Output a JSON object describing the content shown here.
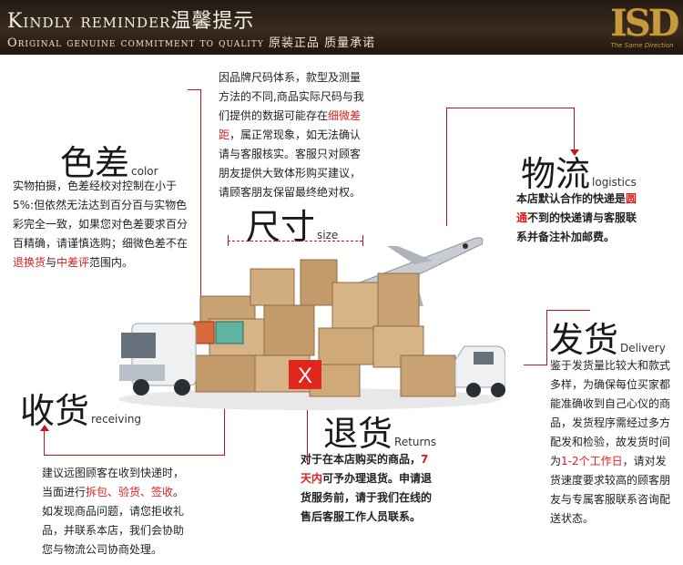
{
  "banner": {
    "title_en": "Kindly reminder",
    "title_zh": "温馨提示",
    "subtitle_en": "Original genuine commitment to quality",
    "subtitle_zh": "原装正品 质量承诺",
    "logo_text": "ISD",
    "logo_tagline": "The Same Direction"
  },
  "size": {
    "heading_zh": "尺寸",
    "heading_en": "size",
    "paragraph_1": "因品牌尺码体系，款型及测量方法的不同,商品实际尺码与我们提供的数据可能存在",
    "paragraph_red": "细微差距",
    "paragraph_2": "，属正常现象，如无法确认请与客服核实。客服只对顾客朋友提供大致体形购买建议，请顾客朋友保留最终绝对权。"
  },
  "color": {
    "heading_zh": "色差",
    "heading_en": "color",
    "paragraph_1": "实物拍摄，色差经校对控制在小于5%:但依然无法达到百分百与实物色彩完全一致，如果您对色差要求百分百精确，请谨慎选购；细微色差不在",
    "red_1": "退换货",
    "paragraph_mid": "与",
    "red_2": "中差评",
    "paragraph_2": "范围内。"
  },
  "logistics": {
    "heading_zh": "物流",
    "heading_en": "logistics",
    "paragraph_1": "本店默认合作的快递是",
    "red": "圆通",
    "paragraph_2": "不到的快递请与客服联系并备注补加邮费。"
  },
  "delivery": {
    "heading_zh": "发货",
    "heading_en": "Delivery",
    "paragraph_1": "鉴于发货量比较大和款式多样，为确保每位买家都能准确收到自己心仪的商品，发货程序需经过多方配发和检验，故发货时间为",
    "red": "1-2个工作日",
    "paragraph_2": "，请对发货速度要求较高的顾客朋友与专属客服联系咨询配送状态。"
  },
  "receiving": {
    "heading_zh": "收货",
    "heading_en": "receiving",
    "paragraph_1": "建议远图顾客在收到快递时，当面进行",
    "red": "拆包、验货、签收",
    "paragraph_2": "。如发现商品问题，请您拒收礼品，并联系本店，我们会协助您与物流公司协商处理。"
  },
  "returns": {
    "heading_zh": "退货",
    "heading_en": "Returns",
    "paragraph_1": "对于在本店购买的商品，",
    "red": "7天内",
    "paragraph_2": "可予办理退货。申请退货服务前，请于我们在线的售后客服工作人员联系。"
  },
  "scene": {
    "x_mark": "X"
  },
  "colors": {
    "banner_bg": "#2c2118",
    "accent_red": "#c3141d",
    "text_red": "#e21c1c",
    "logo_gold": "#c99a3c"
  }
}
